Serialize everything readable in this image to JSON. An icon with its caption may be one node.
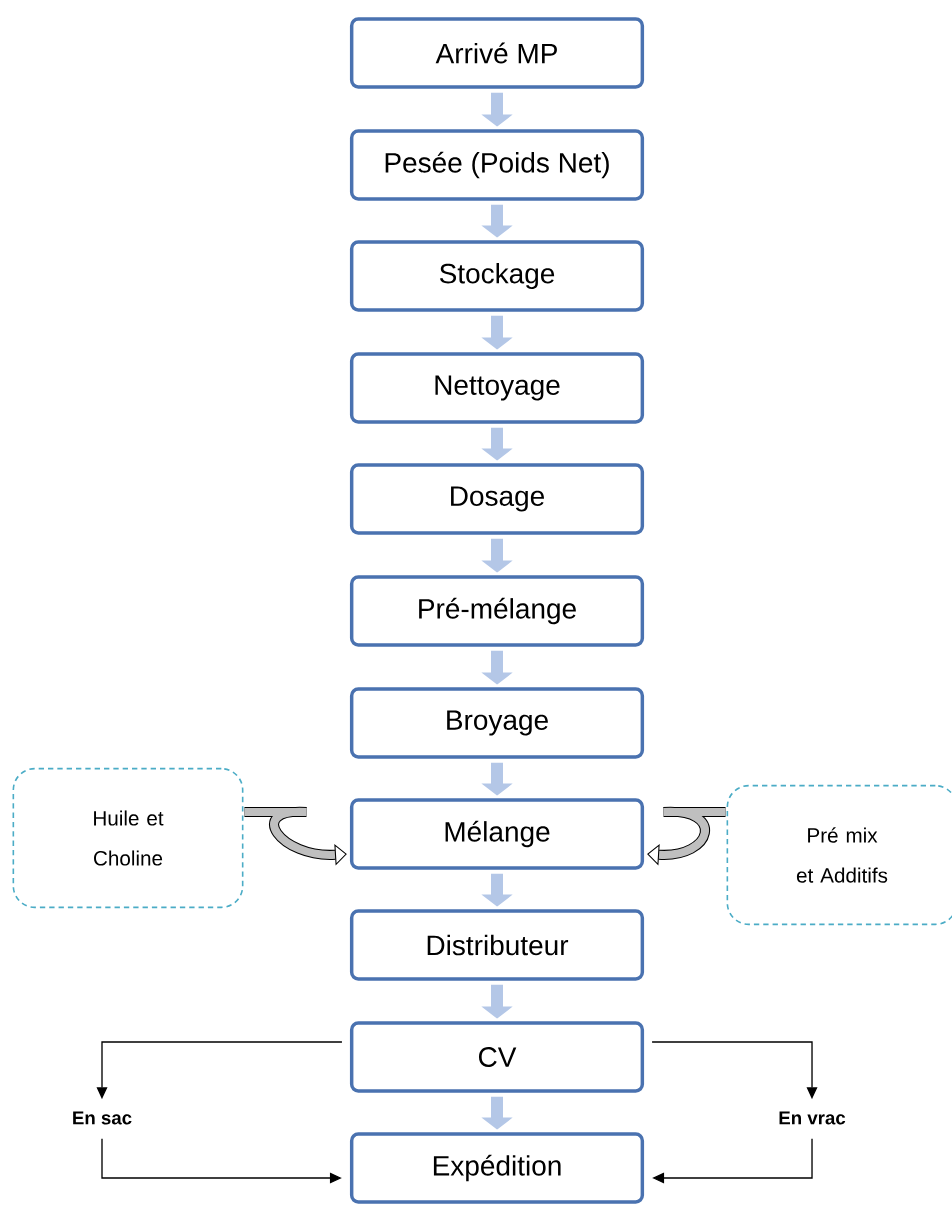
{
  "diagram": {
    "nodes": [
      {
        "text": [
          "Arrivé MP"
        ]
      },
      {
        "text": [
          "Pesée (Poids Net)"
        ]
      },
      {
        "text": [
          "Stockage"
        ]
      },
      {
        "text": [
          "Nettoyage"
        ]
      },
      {
        "text": [
          "Dosage"
        ]
      },
      {
        "text": [
          "Pré-mélange"
        ]
      },
      {
        "text": [
          "Broyage"
        ]
      },
      {
        "text": [
          "Mélange"
        ]
      },
      {
        "text": [
          "Distributeur"
        ]
      },
      {
        "text": [
          "CV"
        ]
      },
      {
        "text": [
          "Expédition"
        ]
      },
      {
        "text": [
          "Huile et Choline"
        ]
      },
      {
        "text": [
          "Pré mix et Additifs"
        ]
      },
      {
        "text": [
          "En sac"
        ]
      },
      {
        "text": [
          "En vrac"
        ]
      }
    ],
    "edges": [
      {
        "from": 0,
        "to": 1,
        "arrow": "to"
      },
      {
        "from": 1,
        "to": 2,
        "arrow": "to"
      },
      {
        "from": 2,
        "to": 3,
        "arrow": "to"
      },
      {
        "from": 3,
        "to": 4,
        "arrow": "to"
      },
      {
        "from": 4,
        "to": 5,
        "arrow": "to"
      },
      {
        "from": 5,
        "to": 6,
        "arrow": "to"
      },
      {
        "from": 6,
        "to": 7,
        "arrow": "to"
      },
      {
        "from": 7,
        "to": 8,
        "arrow": "to"
      },
      {
        "from": 8,
        "to": 9,
        "arrow": "to"
      },
      {
        "from": 9,
        "to": 10,
        "arrow": "to"
      },
      {
        "from": 11,
        "to": 7,
        "arrow": "to",
        "color": "#000000"
      },
      {
        "from": 12,
        "to": 7,
        "arrow": "to",
        "color": "#000000"
      },
      {
        "from": 9,
        "to": 13,
        "arrow": "to",
        "color": "#000000"
      },
      {
        "from": 9,
        "to": 14,
        "arrow": "to",
        "color": "#000000"
      },
      {
        "from": 13,
        "to": 10,
        "arrow": "to",
        "color": "#000000"
      },
      {
        "from": 14,
        "to": 10,
        "arrow": "to",
        "color": "#000000"
      }
    ]
  }
}
